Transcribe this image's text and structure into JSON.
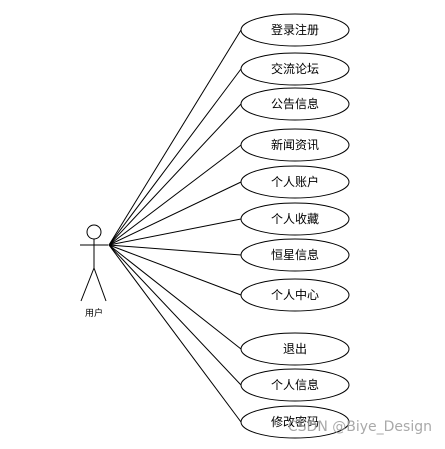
{
  "diagram": {
    "actor": {
      "label": "用户",
      "icon": "stick-figure-icon"
    },
    "use_cases": [
      {
        "id": "login-register",
        "label": "登录注册"
      },
      {
        "id": "forum",
        "label": "交流论坛"
      },
      {
        "id": "announcements",
        "label": "公告信息"
      },
      {
        "id": "news",
        "label": "新闻资讯"
      },
      {
        "id": "personal-account",
        "label": "个人账户"
      },
      {
        "id": "favorites",
        "label": "个人收藏"
      },
      {
        "id": "star-info",
        "label": "恒星信息"
      },
      {
        "id": "personal-center",
        "label": "个人中心"
      },
      {
        "id": "logout",
        "label": "退出"
      },
      {
        "id": "personal-info",
        "label": "个人信息"
      },
      {
        "id": "change-password",
        "label": "修改密码"
      }
    ],
    "colors": {
      "stroke": "#000000",
      "fill": "#ffffff",
      "watermark": "#9a9a9a"
    }
  },
  "watermark": {
    "text": "CSDN @Biye_Design"
  }
}
